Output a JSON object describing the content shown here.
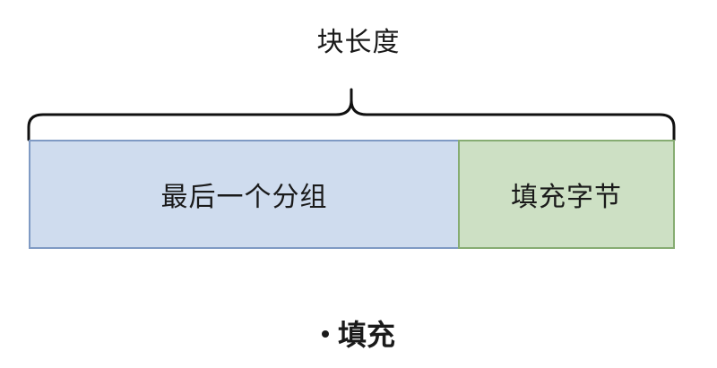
{
  "diagram": {
    "brace_label": "块长度",
    "blocks": [
      {
        "label": "最后一个分组",
        "fill": "#cfdcee",
        "border": "#7f9ac4"
      },
      {
        "label": "填充字节",
        "fill": "#cde0c4",
        "border": "#86ac72"
      }
    ]
  },
  "bullet": {
    "text": "填充"
  }
}
